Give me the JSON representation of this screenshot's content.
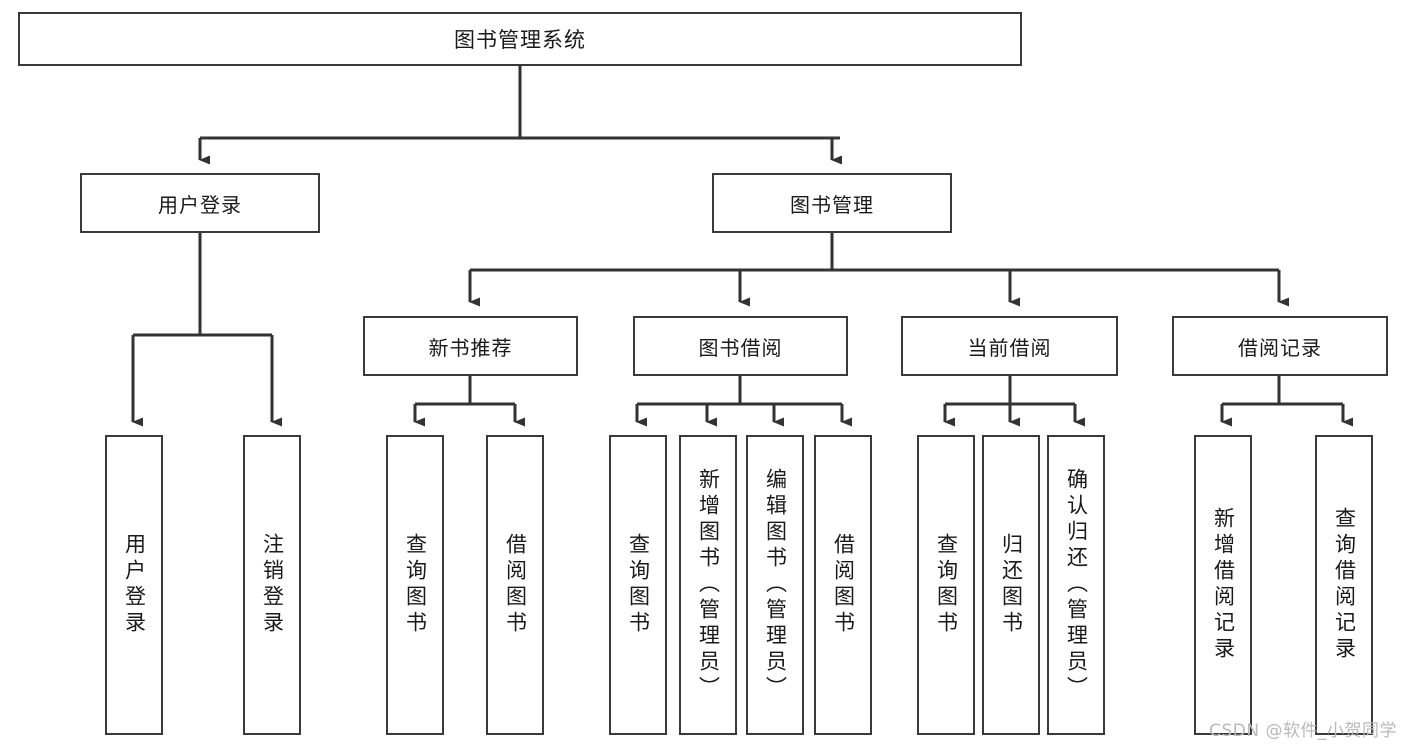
{
  "diagram": {
    "type": "hierarchy-tree",
    "title": "图书管理系统",
    "watermark": "CSDN @软件_小贺同学",
    "colors": {
      "border": "#3a3a3a",
      "fill": "#ffffff",
      "text": "#1a1a1a",
      "edge": "#333333",
      "watermark": "#b9b9b9"
    },
    "root": {
      "label": "图书管理系统"
    },
    "level1": [
      {
        "label": "用户登录"
      },
      {
        "label": "图书管理"
      }
    ],
    "level2": [
      {
        "label": "新书推荐"
      },
      {
        "label": "图书借阅"
      },
      {
        "label": "当前借阅"
      },
      {
        "label": "借阅记录"
      }
    ],
    "leaves": {
      "user_login": [
        {
          "label": "用户登录"
        },
        {
          "label": "注销登录"
        }
      ],
      "new_book_recommend": [
        {
          "label": "查询图书"
        },
        {
          "label": "借阅图书"
        }
      ],
      "book_borrow": [
        {
          "label": "查询图书"
        },
        {
          "label": "新增图书（管理员）"
        },
        {
          "label": "编辑图书（管理员）"
        },
        {
          "label": "借阅图书"
        }
      ],
      "current_borrow": [
        {
          "label": "查询图书"
        },
        {
          "label": "归还图书"
        },
        {
          "label": "确认归还（管理员）"
        }
      ],
      "borrow_record": [
        {
          "label": "新增借阅记录"
        },
        {
          "label": "查询借阅记录"
        }
      ]
    }
  }
}
